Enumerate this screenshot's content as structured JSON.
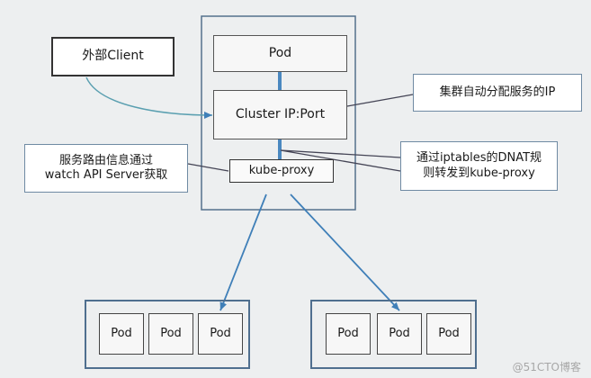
{
  "diagram": {
    "client": "外部Client",
    "pod_top": "Pod",
    "cluster_ip": "Cluster IP:Port",
    "kube_proxy": "kube-proxy",
    "notes": {
      "cluster_ip_note": "集群自动分配服务的IP",
      "dnat_note_line1": "通过iptables的DNAT规",
      "dnat_note_line2": "则转发到kube-proxy",
      "watch_note_line1": "服务路由信息通过",
      "watch_note_line2": "watch API Server获取"
    },
    "left_group_pods": [
      "Pod",
      "Pod",
      "Pod"
    ],
    "right_group_pods": [
      "Pod",
      "Pod",
      "Pod"
    ]
  },
  "watermark": "@51CTO博客",
  "colors": {
    "background": "#edeff0",
    "arrow": "#3f7fb8",
    "group_border": "#4f6f8f"
  }
}
